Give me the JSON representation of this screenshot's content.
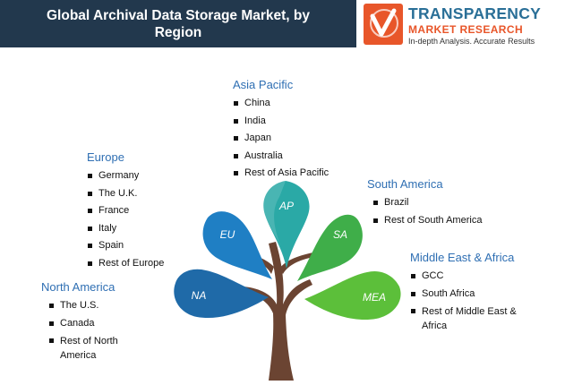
{
  "header": {
    "title": "Global Archival Data Storage Market, by Region"
  },
  "logo": {
    "line1": "TRANSPARENCY",
    "line2": "MARKET RESEARCH",
    "line3": "In-depth Analysis. Accurate Results"
  },
  "colors": {
    "banner": "#22384d",
    "region_title": "#2f6fb3",
    "logo_orange": "#e8562a",
    "trunk": "#6b4432",
    "leaf_ap": "#2aa9a6",
    "leaf_eu": "#1f7fc4",
    "leaf_na": "#1f6aa8",
    "leaf_sa": "#3fae49",
    "leaf_mea": "#5cbf3a"
  },
  "leaves": {
    "ap": "AP",
    "eu": "EU",
    "na": "NA",
    "sa": "SA",
    "mea": "MEA"
  },
  "regions": {
    "asia_pacific": {
      "title": "Asia Pacific",
      "items": [
        "China",
        "India",
        "Japan",
        "Australia",
        "Rest of Asia Pacific"
      ]
    },
    "europe": {
      "title": "Europe",
      "items": [
        "Germany",
        "The U.K.",
        "France",
        "Italy",
        "Spain",
        "Rest of Europe"
      ]
    },
    "north_america": {
      "title": "North America",
      "items": [
        "The U.S.",
        "Canada",
        "Rest of North America"
      ]
    },
    "south_america": {
      "title": "South America",
      "items": [
        "Brazil",
        "Rest of South America"
      ]
    },
    "middle_east_africa": {
      "title": "Middle East & Africa",
      "items": [
        "GCC",
        "South Africa",
        "Rest of Middle East & Africa"
      ]
    }
  }
}
